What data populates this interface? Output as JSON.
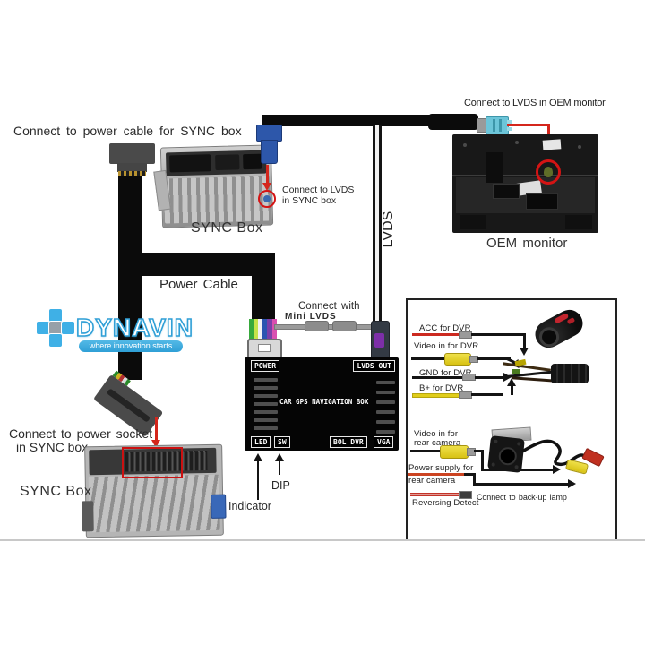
{
  "brand": {
    "name": "DYNAVIN",
    "tagline": "where innovation starts",
    "blue": "#3fa9dc"
  },
  "annotations": {
    "connect_power_cable": "Connect to power cable for SYNC box",
    "sync_box_top": "SYNC Box",
    "connect_lvds_sync_l1": "Connect to LVDS",
    "connect_lvds_sync_l2": "in SYNC box",
    "connect_lvds_oem": "Connect to LVDS in OEM monitor",
    "oem_monitor": "OEM monitor",
    "power_cable": "Power Cable",
    "lvds": "LVDS",
    "connect_mini_lvds_l1": "Connect with",
    "connect_mini_lvds_l2": "Mini LVDS",
    "connect_power_socket_l1": "Connect to power socket",
    "connect_power_socket_l2": "in SYNC box",
    "sync_box_bottom": "SYNC Box",
    "dip": "DIP",
    "indicator": "Indicator"
  },
  "gps_box": {
    "title": "CAR GPS NAVIGATION BOX",
    "ports_top": [
      "POWER",
      "LVDS OUT"
    ],
    "ports_bottom": [
      "LED",
      "SW",
      "BOL DVR",
      "VGA"
    ]
  },
  "panel": {
    "acc": "ACC for DVR",
    "video_dvr": "Video in for DVR",
    "gnd": "GND for DVR",
    "bplus": "B+ for DVR",
    "video_rear_l1": "Video in for",
    "video_rear_l2": "rear camera",
    "power_rear_l1": "Power supply for",
    "power_rear_l2": "rear camera",
    "reversing": "Reversing Detect",
    "backup": "Connect to back-up lamp"
  },
  "colors": {
    "arrow_red": "#d4261c",
    "lvds_cyan": "#6cc5d9",
    "sync_lvds_blue": "#2d57aa",
    "mini_lvds_purple": "#7d2fa8",
    "rca_yellow": "#e3cf1d",
    "wire_acc_red": "#cc2a20",
    "wire_bplus_yellow": "#e0cd1a"
  }
}
